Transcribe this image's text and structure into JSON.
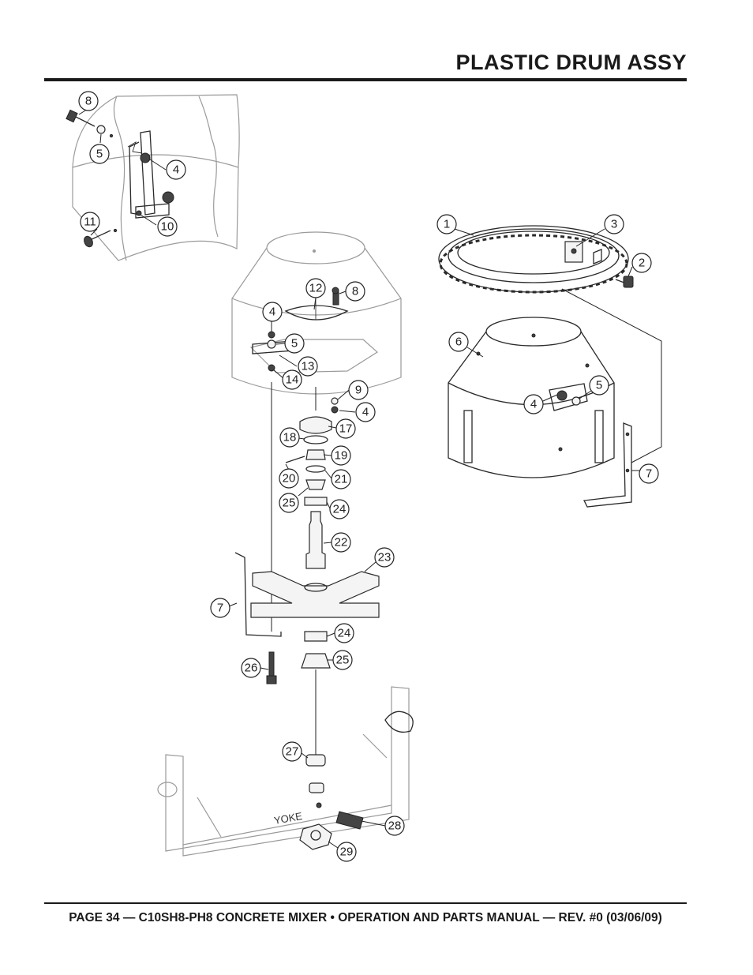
{
  "header": {
    "title": "PLASTIC DRUM ASSY"
  },
  "footer": {
    "text": "PAGE 34 — C10SH8-PH8 CONCRETE MIXER • OPERATION AND PARTS MANUAL — REV. #0 (03/06/09)"
  },
  "diagram": {
    "frame_label": "YOKE",
    "callouts": {
      "c8a": "8",
      "c5a": "5",
      "c4a": "4",
      "c10": "10",
      "c11": "11",
      "c1": "1",
      "c3": "3",
      "c2": "2",
      "c6": "6",
      "c4b": "4",
      "c5b": "5",
      "c7b": "7",
      "c12": "12",
      "c8b": "8",
      "c4c": "4",
      "c5c": "5",
      "c13": "13",
      "c14": "14",
      "c9": "9",
      "c4d": "4",
      "c17": "17",
      "c18": "18",
      "c19": "19",
      "c20": "20",
      "c21": "21",
      "c25a": "25",
      "c24a": "24",
      "c22": "22",
      "c23": "23",
      "c7a": "7",
      "c24b": "24",
      "c25b": "25",
      "c26": "26",
      "c27": "27",
      "c28": "28",
      "c29": "29"
    }
  }
}
